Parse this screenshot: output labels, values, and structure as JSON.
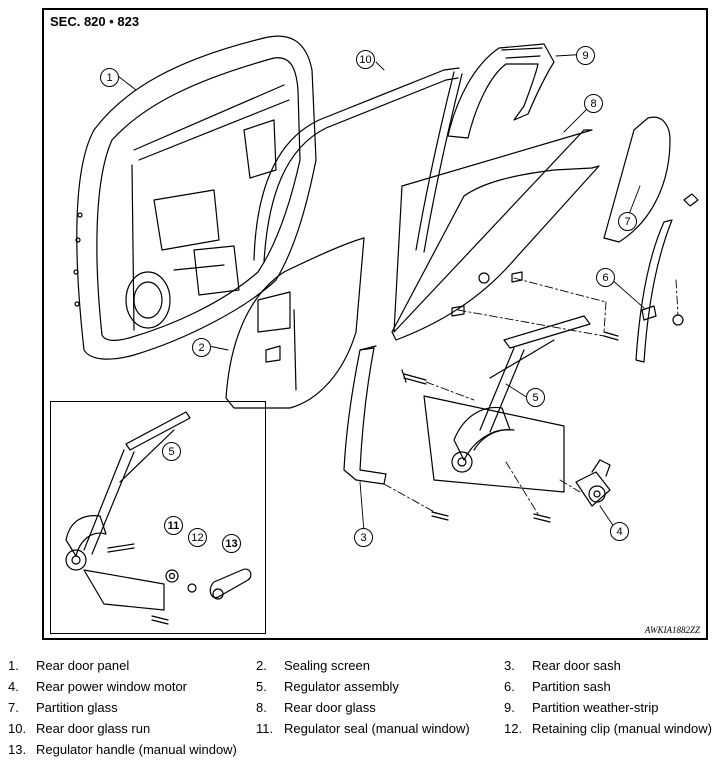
{
  "header": {
    "section": "SEC. 820 • 823"
  },
  "figure_code": "AWKIA1882ZZ",
  "callouts": [
    "1",
    "2",
    "3",
    "4",
    "5",
    "6",
    "7",
    "8",
    "9",
    "10",
    "11",
    "12",
    "13",
    "5"
  ],
  "legend": [
    {
      "num": "1.",
      "text": "Rear door panel"
    },
    {
      "num": "2.",
      "text": "Sealing screen"
    },
    {
      "num": "3.",
      "text": "Rear door sash"
    },
    {
      "num": "4.",
      "text": "Rear power window motor"
    },
    {
      "num": "5.",
      "text": "Regulator assembly"
    },
    {
      "num": "6.",
      "text": "Partition sash"
    },
    {
      "num": "7.",
      "text": "Partition glass"
    },
    {
      "num": "8.",
      "text": "Rear door glass"
    },
    {
      "num": "9.",
      "text": "Partition weather-strip"
    },
    {
      "num": "10.",
      "text": "Rear door glass run"
    },
    {
      "num": "11.",
      "text": "Regulator seal (manual window)"
    },
    {
      "num": "12.",
      "text": "Retaining clip (manual window)"
    },
    {
      "num": "13.",
      "text": "Regulator handle (manual window)"
    }
  ]
}
